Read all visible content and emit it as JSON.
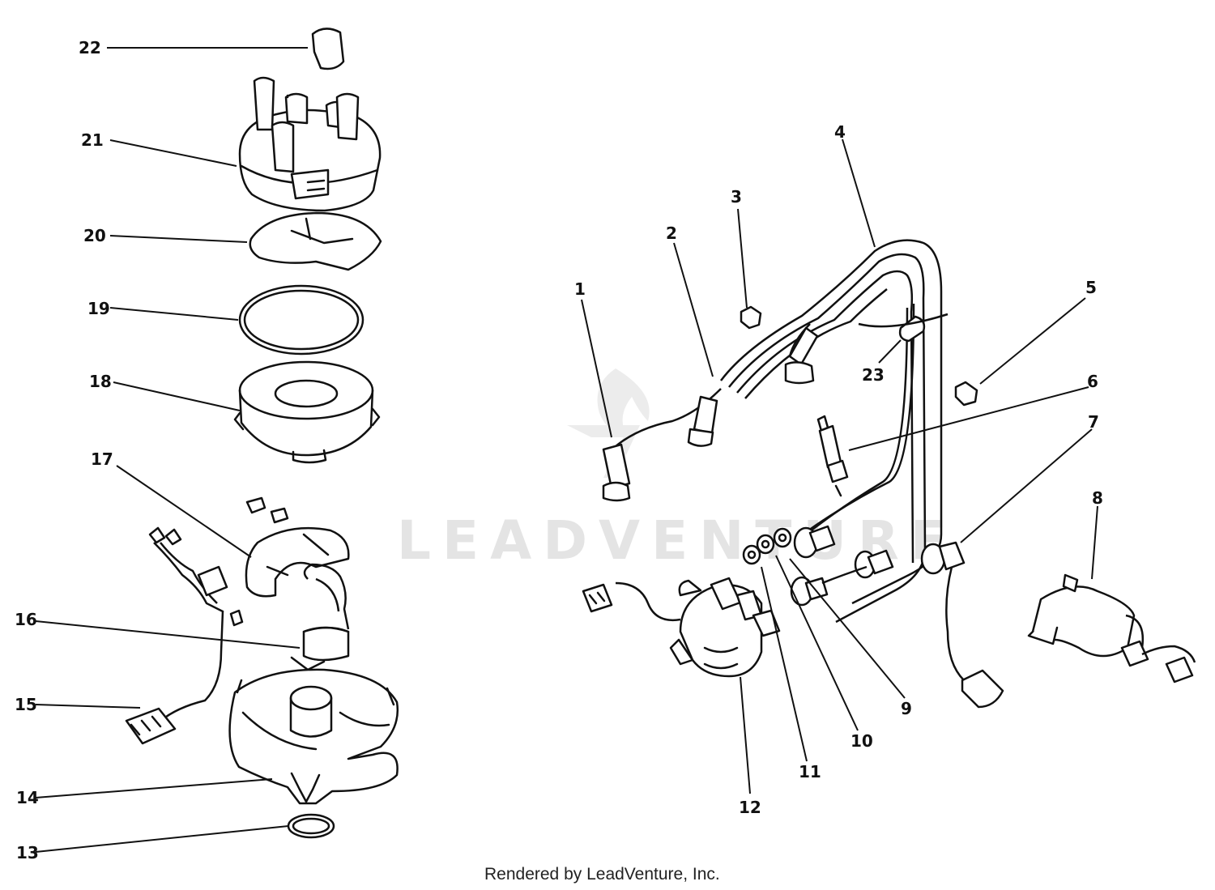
{
  "diagram": {
    "watermark": "LEADVENTURE",
    "footer": "Rendered by LeadVenture, Inc.",
    "labels": {
      "l1": "1",
      "l2": "2",
      "l3": "3",
      "l4": "4",
      "l5": "5",
      "l6": "6",
      "l7": "7",
      "l8": "8",
      "l9": "9",
      "l10": "10",
      "l11": "11",
      "l12": "12",
      "l13": "13",
      "l14": "14",
      "l15": "15",
      "l16": "16",
      "l17": "17",
      "l18": "18",
      "l19": "19",
      "l20": "20",
      "l21": "21",
      "l22": "22",
      "l23": "23"
    }
  }
}
